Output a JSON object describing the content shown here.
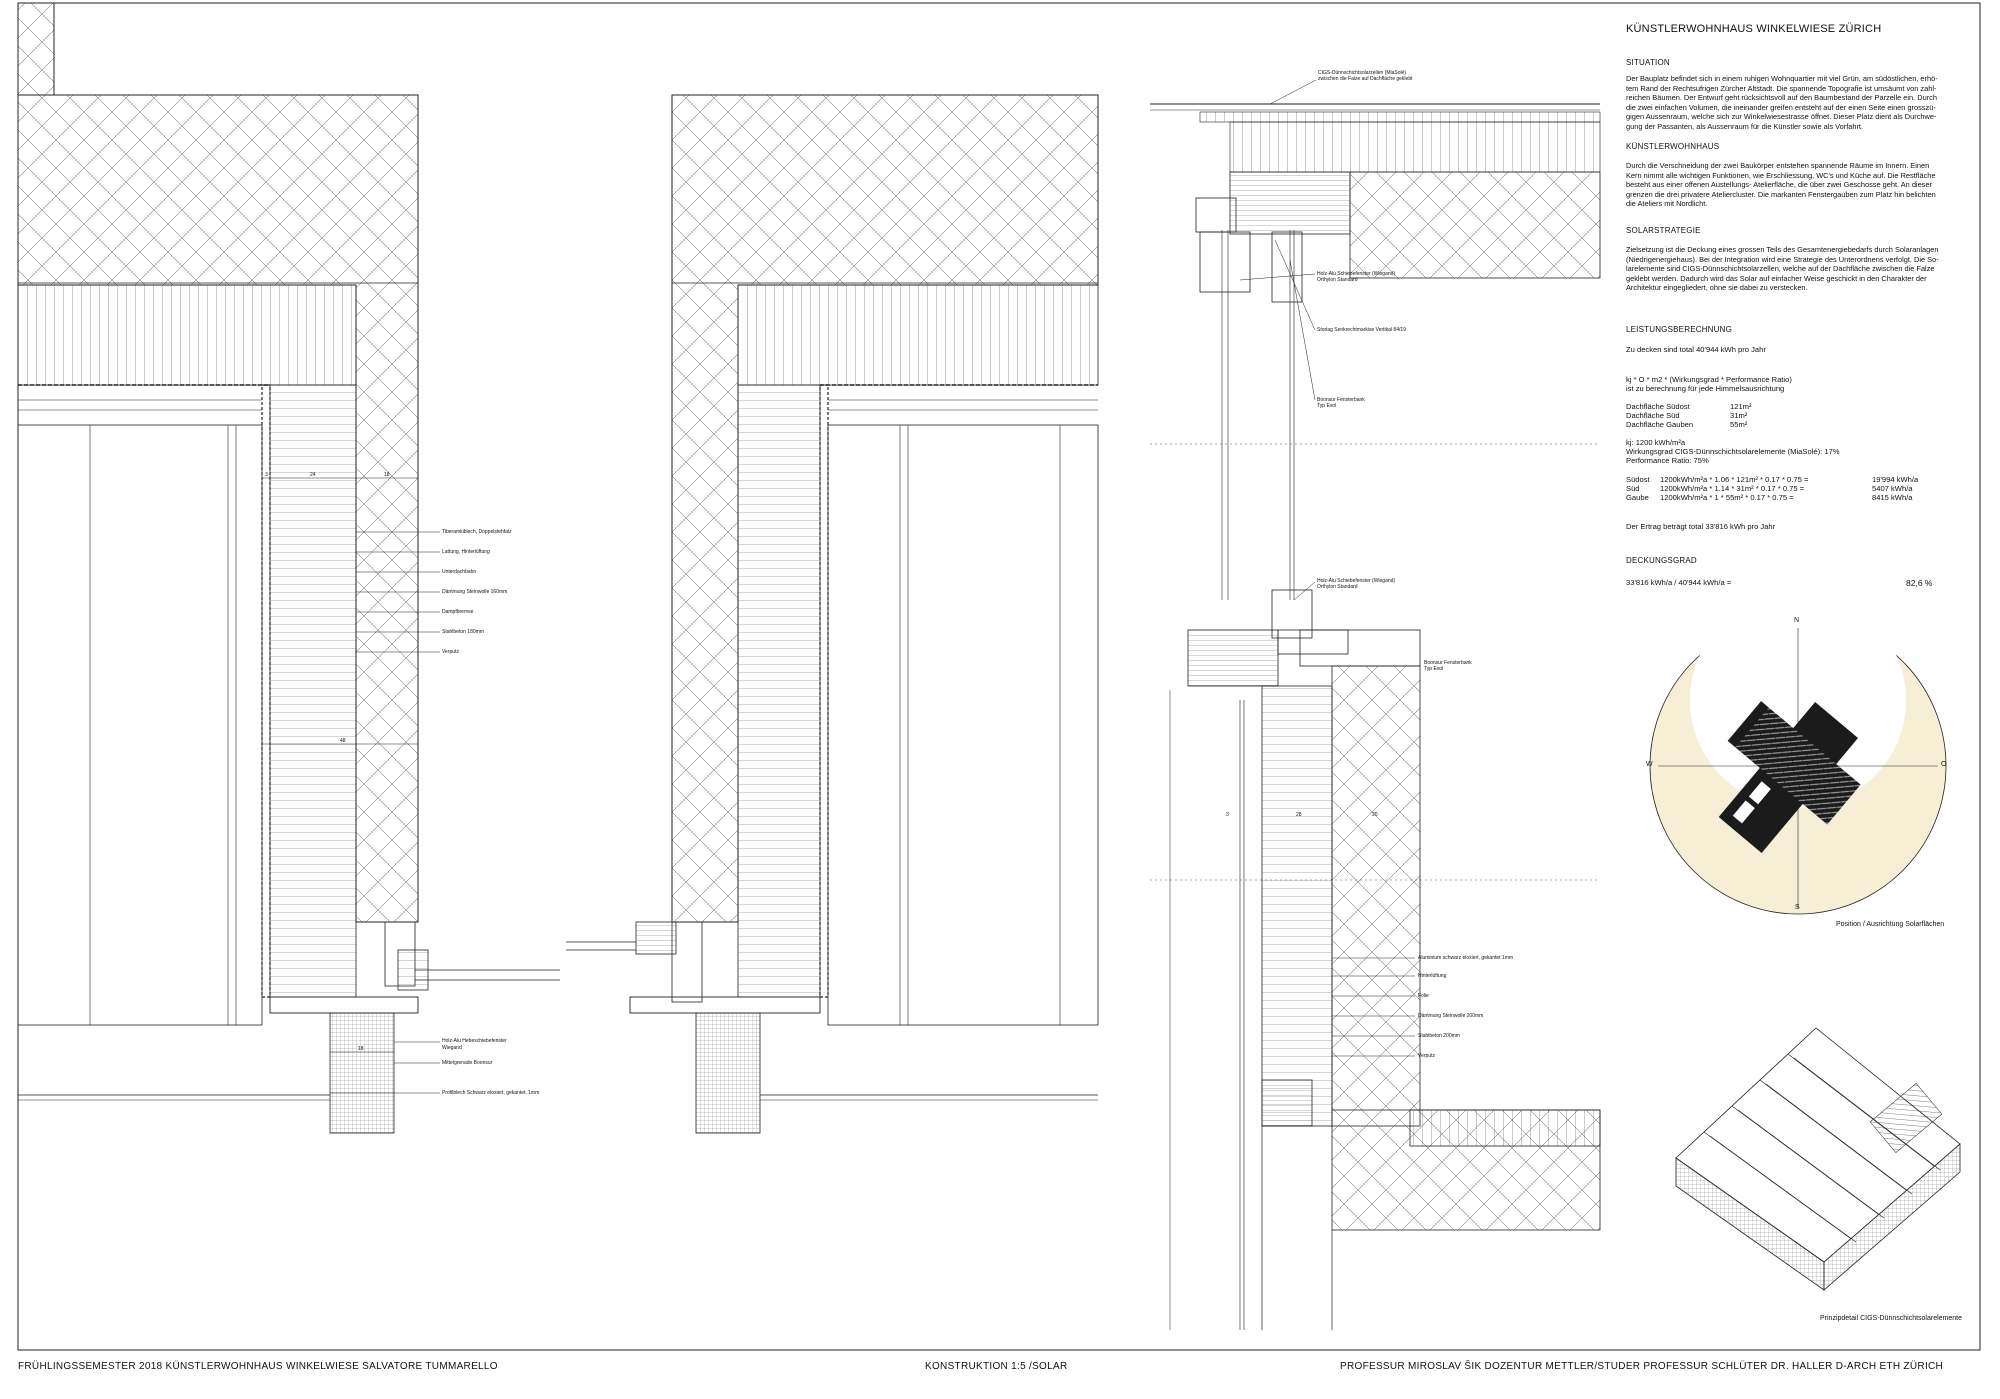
{
  "title": "KÜNSTLERWOHNHAUS WINKELWIESE ZÜRICH",
  "sections": {
    "situation": {
      "heading": "SITUATION",
      "lines": [
        "Der Bauplatz befindet sich in einem ruhigen Wohnquartier mit viel Grün, am südöstlichen, erhö-",
        "tem Rand der Rechtsufrigen Zürcher Altstadt. Die spannende Topografie ist umsäumt von zahl-",
        "reichen Bäumen. Der Entwurf geht rücksichtsvoll auf den Baumbestand der Parzelle ein. Durch",
        "die zwei einfachen Volumen, die ineinander greifen entsteht auf der einen Seite einen grosszü-",
        "gigen Aussenraum, welche sich zur Winkelwiesestrasse öffnet. Dieser Platz dient als Durchwe-",
        "gung der Passanten, als Aussenraum für die Künstler sowie als Vorfahrt."
      ]
    },
    "kuenstlerwohnhaus": {
      "heading": "KÜNSTLERWOHNHAUS",
      "lines": [
        "Durch die Verschneidung der zwei Baukörper entstehen spannende Räume im Innern. Einen",
        "Kern nimmt alle wichtigen Funktionen, wie Erschliessung, WC's und Küche auf. Die Restfläche",
        "besteht aus einer offenen Austellungs- Atelierfläche, die über zwei Geschosse geht. An dieser",
        "grenzen die drei privatere Ateliercluster. Die markanten Fenstergauben zum Platz hin belichten",
        "die Ateliers mit Nordlicht."
      ]
    },
    "solarstrategie": {
      "heading": "SOLARSTRATEGIE",
      "lines": [
        "Zielsetzung ist die Deckung eines grossen Teils des Gesamtenergiebedarfs durch Solaranlagen",
        "(Niedrigenergiehaus). Bei der Integration wird eine Strategie des Unterordnens verfolgt. Die So-",
        "larelemente sind CIGS-Dünnschichtsolarzellen, welche auf der Dachfläche zwischen die Falze",
        "geklebt werden. Dadurch wird das Solar auf einfacher Weise geschickt in den Charakter der",
        "Architektur eingegliedert, ohne sie dabei zu verstecken."
      ]
    },
    "leistung": {
      "heading": "LEISTUNGSBERECHNUNG",
      "intro": "Zu decken sind total 40'944 kWh pro Jahr",
      "formula": "kj * O * m2 * (Wirkungsgrad * Performance Ratio)",
      "formula_note": "ist zu berechnung für jede Himmelsausrichtung",
      "areas": [
        {
          "label": "Dachfläche Südost",
          "value": "121m²"
        },
        {
          "label": "Dachfläche Süd",
          "value": "31m²"
        },
        {
          "label": "Dachfläche Gauben",
          "value": "55m²"
        }
      ],
      "params": [
        "kj: 1200 kWh/m²a",
        "Wirkungsgrad CIGS-Dünnschichtsolarelemente (MiaSolé): 17%",
        "Performance Ratio: 75%"
      ],
      "calc": [
        {
          "label": "Südost",
          "formula": "1200kWh/m²a * 1.06 * 121m² * 0.17 * 0.75 =",
          "result": "19'994 kWh/a"
        },
        {
          "label": "Süd",
          "formula": "1200kWh/m²a * 1.14 * 31m² * 0.17 * 0.75 =",
          "result": "5407 kWh/a"
        },
        {
          "label": "Gaube",
          "formula": "1200kWh/m²a * 1 * 55m² * 0.17 * 0.75 =",
          "result": "8415 kWh/a"
        }
      ],
      "ertrag": "Der Ertrag beträgt total 33'816 kWh pro Jahr"
    },
    "deckung": {
      "heading": "DECKUNGSGRAD",
      "formula": "33'816 kWh/a / 40'944 kWh/a =",
      "result": "82,6 %"
    }
  },
  "compass": {
    "n": "N",
    "s": "S",
    "w": "W",
    "o": "O",
    "caption": "Position / Ausrichtung Solarflächen"
  },
  "axo_caption": "Prinzipdetail CIGS-Dünnschichtsolarelemente",
  "callouts": {
    "left": [
      "Tiberamkiblech, Doppelstehfalz",
      "Lattung, Hinterlüftung",
      "Unterdachbahn",
      "Dämmung Steinwolle 160mm",
      "Dampfbremse",
      "Stahlbeton 180mm",
      "Verputz"
    ],
    "left_bottom": [
      "Holz-Alu Hebeschiebefenster",
      "Wiegand",
      "Mittelgrenade Boonsur",
      "Profilblech Schwarz eloxiert, gekantet, 1mm"
    ],
    "section": [
      "CIGS-Dünnschichtsolarzellen (MiaSolé)",
      "zwischen die Falze auf Dachfläche geklebt",
      "Holz-Alu Schiebefenster (Wiegand)",
      "Orthylon Standard",
      "Storlag Senkrechtmarkise Vertikal 84/19",
      "Boonsur Fensterbank",
      "Typ Evol",
      "Holz-Alu Schiebefenster (Wiegand)",
      "Orthylon Standard",
      "Boonsur Fensterbank",
      "Typ Evol",
      "Aluminium schwarz eloxiert, gekantet 1mm",
      "Hinterlüftung",
      "Folie",
      "Dämmung Steinwolle 200mm",
      "Stahlbeton 200mm",
      "Verputz"
    ]
  },
  "dims": [
    "3",
    "24",
    "18",
    "48",
    "3",
    "28",
    "20",
    "18"
  ],
  "footer": {
    "left": "FRÜHLINGSSEMESTER 2018   KÜNSTLERWOHNHAUS WINKELWIESE   SALVATORE TUMMARELLO",
    "center": "KONSTRUKTION 1:5 /SOLAR",
    "right": "PROFESSUR MIROSLAV ŠIK    DOZENTUR METTLER/STUDER    PROFESSUR SCHLÜTER DR. HALLER    D-ARCH    ETH ZÜRICH"
  },
  "colors": {
    "line": "#222222",
    "sun_arc": "#f6efd6",
    "roof_dark": "#1b1b1b",
    "paper": "#ffffff"
  }
}
